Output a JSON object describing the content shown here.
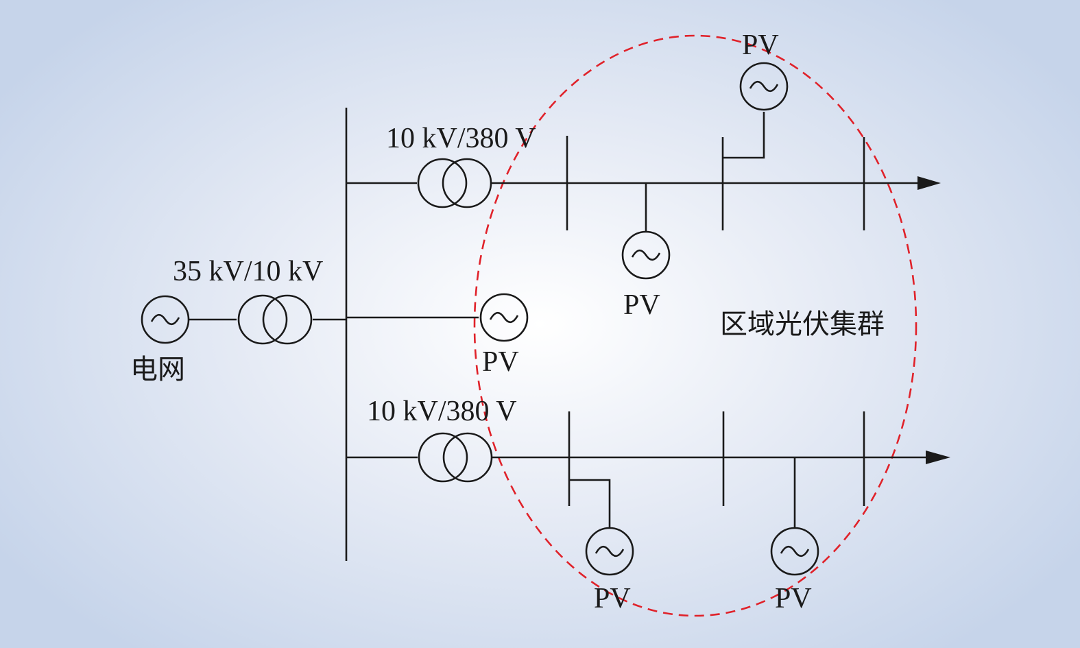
{
  "labels": {
    "grid": "电网",
    "main_transformer": "35 kV/10 kV",
    "feeder_top_transformer": "10 kV/380 V",
    "feeder_bottom_transformer": "10 kV/380 V",
    "cluster": "区域光伏集群",
    "pv": "PV"
  },
  "colors": {
    "line": "#1a1a1a",
    "cluster_boundary": "#e0222a",
    "background_center": "#ffffff",
    "background_edge": "#c6d4ea"
  },
  "icons": {
    "source": "ac-source-icon",
    "transformer": "transformer-icon",
    "arrow": "arrow-right-icon"
  }
}
